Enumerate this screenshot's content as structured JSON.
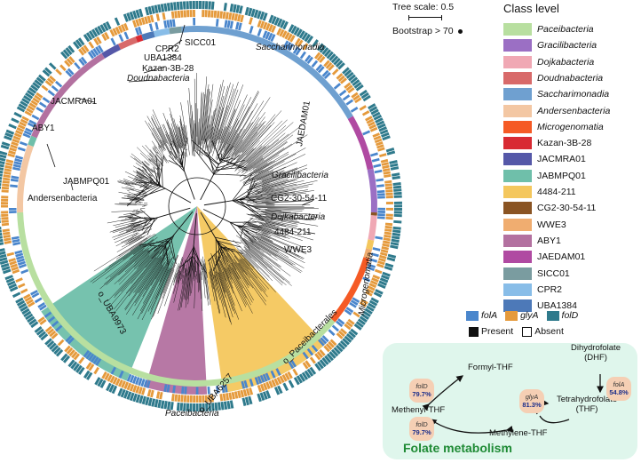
{
  "tree_scale": {
    "label": "Tree scale: 0.5"
  },
  "bootstrap": {
    "label": "Bootstrap > 70"
  },
  "class_legend": {
    "title": "Class level",
    "items": [
      {
        "label": "Paceibacteria",
        "color": "#b8dfa0",
        "italic": true
      },
      {
        "label": "Gracilibacteria",
        "color": "#9b6fc4",
        "italic": true
      },
      {
        "label": "Dojkabacteria",
        "color": "#f0a8b4",
        "italic": true
      },
      {
        "label": "Doudnabacteria",
        "color": "#d86a6a",
        "italic": true
      },
      {
        "label": "Saccharimonadia",
        "color": "#6fa0d0",
        "italic": true
      },
      {
        "label": "Andersenbacteria",
        "color": "#f3c7a3",
        "italic": true
      },
      {
        "label": "Microgenomatia",
        "color": "#f55a25",
        "italic": true
      },
      {
        "label": "Kazan-3B-28",
        "color": "#d82a33",
        "italic": false
      },
      {
        "label": "JACMRA01",
        "color": "#5558a8",
        "italic": false
      },
      {
        "label": "JABMPQ01",
        "color": "#6fbfaa",
        "italic": false
      },
      {
        "label": "4484-211",
        "color": "#f4c75d",
        "italic": false
      },
      {
        "label": "CG2-30-54-11",
        "color": "#8a5423",
        "italic": false
      },
      {
        "label": "WWE3",
        "color": "#f0ad70",
        "italic": false
      },
      {
        "label": "ABY1",
        "color": "#b371a0",
        "italic": false
      },
      {
        "label": "JAEDAM01",
        "color": "#b04aa2",
        "italic": false
      },
      {
        "label": "SICC01",
        "color": "#7a9ca0",
        "italic": false
      },
      {
        "label": "CPR2",
        "color": "#88bde8",
        "italic": false
      },
      {
        "label": "UBA1384",
        "color": "#4d79b8",
        "italic": false
      }
    ]
  },
  "gene_legend": {
    "genes": [
      {
        "label": "folA",
        "color": "#4a86cc"
      },
      {
        "label": "glyA",
        "color": "#e59a3c"
      },
      {
        "label": "folD",
        "color": "#2f7a8c"
      }
    ],
    "present": "Present",
    "absent": "Absent"
  },
  "clade_labels": {
    "sicc01": "SICC01",
    "cpr2": "CPR2",
    "uba1384": "UBA1384",
    "kazan": "Kazan-3B-28",
    "doudna": "Doudnabacteria",
    "jacmra01": "JACMRA01",
    "aby1": "ABY1",
    "jabmpq01": "JABMPQ01",
    "andersen": "Andersenbacteria",
    "saccharimonadia": "Saccharimonadia",
    "jaedam01": "JAEDAM01",
    "gracili": "Gracilibacteria",
    "cg2": "CG2-30-54-11",
    "dojka": "Dojkabacteria",
    "k4484": "4484-211",
    "wwe3": "WWE3",
    "microgenomatia": "Microgenomatia",
    "uba9973": "o_UBA9973",
    "uba6257": "o_UBA6257",
    "paceibacterales": "o_Paceibacterales",
    "paceibacteria": "Paceibacteria"
  },
  "folate": {
    "title": "Folate metabolism",
    "nodes": {
      "formyl": "Formyl-THF",
      "dhf": "Dihydrofolate\n(DHF)",
      "methenyl": "Methenyl-THF",
      "thf": "Tetrahydrofolate\n(THF)",
      "methylene": "Methylene-THF"
    },
    "enzymes": {
      "folD_top": {
        "name": "folD",
        "pct": "79.7%"
      },
      "folA": {
        "name": "folA",
        "pct": "54.8%"
      },
      "glyA": {
        "name": "glyA",
        "pct": "81.3%"
      },
      "folD_bottom": {
        "name": "folD",
        "pct": "79.7%"
      }
    }
  }
}
